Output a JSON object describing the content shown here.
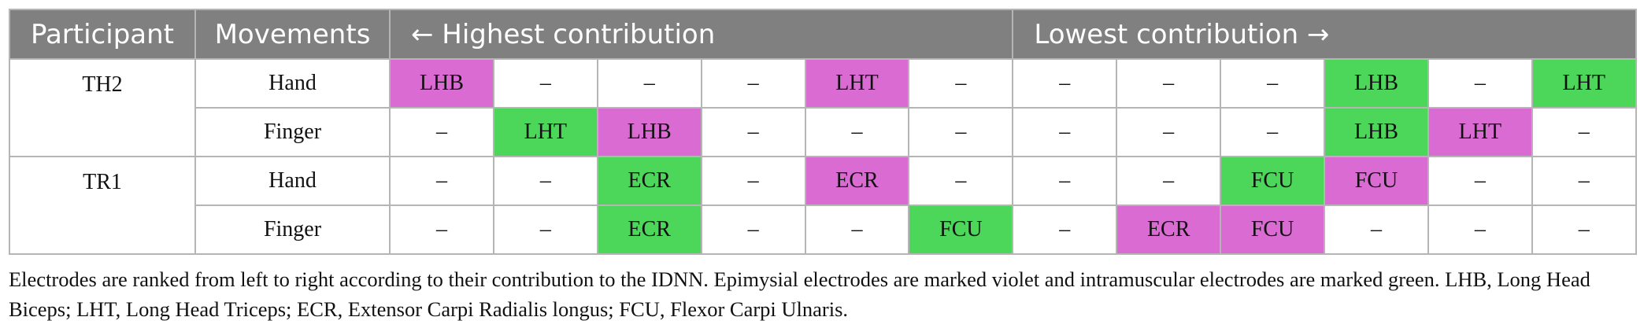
{
  "colors": {
    "header_bg": "#808080",
    "epimysial": "#d96bd3",
    "intramuscular": "#4cd65a",
    "border": "#b5b5b5"
  },
  "header": {
    "participant": "Participant",
    "movements": "Movements",
    "highest": "← Highest contribution",
    "lowest": "Lowest contribution →"
  },
  "rows": [
    {
      "participant": "TH2",
      "movement": "Hand",
      "cells": [
        {
          "text": "LHB",
          "type": "epimysial"
        },
        {
          "text": "–",
          "type": ""
        },
        {
          "text": "–",
          "type": ""
        },
        {
          "text": "–",
          "type": ""
        },
        {
          "text": "LHT",
          "type": "epimysial"
        },
        {
          "text": "–",
          "type": ""
        },
        {
          "text": "–",
          "type": ""
        },
        {
          "text": "–",
          "type": ""
        },
        {
          "text": "–",
          "type": ""
        },
        {
          "text": "LHB",
          "type": "intramuscular"
        },
        {
          "text": "–",
          "type": ""
        },
        {
          "text": "LHT",
          "type": "intramuscular"
        }
      ]
    },
    {
      "participant": "",
      "movement": "Finger",
      "cells": [
        {
          "text": "–",
          "type": ""
        },
        {
          "text": "LHT",
          "type": "intramuscular"
        },
        {
          "text": "LHB",
          "type": "epimysial"
        },
        {
          "text": "–",
          "type": ""
        },
        {
          "text": "–",
          "type": ""
        },
        {
          "text": "–",
          "type": ""
        },
        {
          "text": "–",
          "type": ""
        },
        {
          "text": "–",
          "type": ""
        },
        {
          "text": "–",
          "type": ""
        },
        {
          "text": "LHB",
          "type": "intramuscular"
        },
        {
          "text": "LHT",
          "type": "epimysial"
        },
        {
          "text": "–",
          "type": ""
        }
      ]
    },
    {
      "participant": "TR1",
      "movement": "Hand",
      "cells": [
        {
          "text": "–",
          "type": ""
        },
        {
          "text": "–",
          "type": ""
        },
        {
          "text": "ECR",
          "type": "intramuscular"
        },
        {
          "text": "–",
          "type": ""
        },
        {
          "text": "ECR",
          "type": "epimysial"
        },
        {
          "text": "–",
          "type": ""
        },
        {
          "text": "–",
          "type": ""
        },
        {
          "text": "–",
          "type": ""
        },
        {
          "text": "FCU",
          "type": "intramuscular"
        },
        {
          "text": "FCU",
          "type": "epimysial"
        },
        {
          "text": "–",
          "type": ""
        },
        {
          "text": "–",
          "type": ""
        }
      ]
    },
    {
      "participant": "",
      "movement": "Finger",
      "cells": [
        {
          "text": "–",
          "type": ""
        },
        {
          "text": "–",
          "type": ""
        },
        {
          "text": "ECR",
          "type": "intramuscular"
        },
        {
          "text": "–",
          "type": ""
        },
        {
          "text": "–",
          "type": ""
        },
        {
          "text": "FCU",
          "type": "intramuscular"
        },
        {
          "text": "–",
          "type": ""
        },
        {
          "text": "ECR",
          "type": "epimysial"
        },
        {
          "text": "FCU",
          "type": "epimysial"
        },
        {
          "text": "–",
          "type": ""
        },
        {
          "text": "–",
          "type": ""
        },
        {
          "text": "–",
          "type": ""
        }
      ]
    }
  ],
  "caption": "Electrodes are ranked from left to right according to their contribution to the IDNN. Epimysial electrodes are marked violet and intramuscular electrodes are marked green. LHB, Long Head Biceps; LHT, Long Head Triceps; ECR, Extensor Carpi Radialis longus; FCU, Flexor Carpi Ulnaris."
}
